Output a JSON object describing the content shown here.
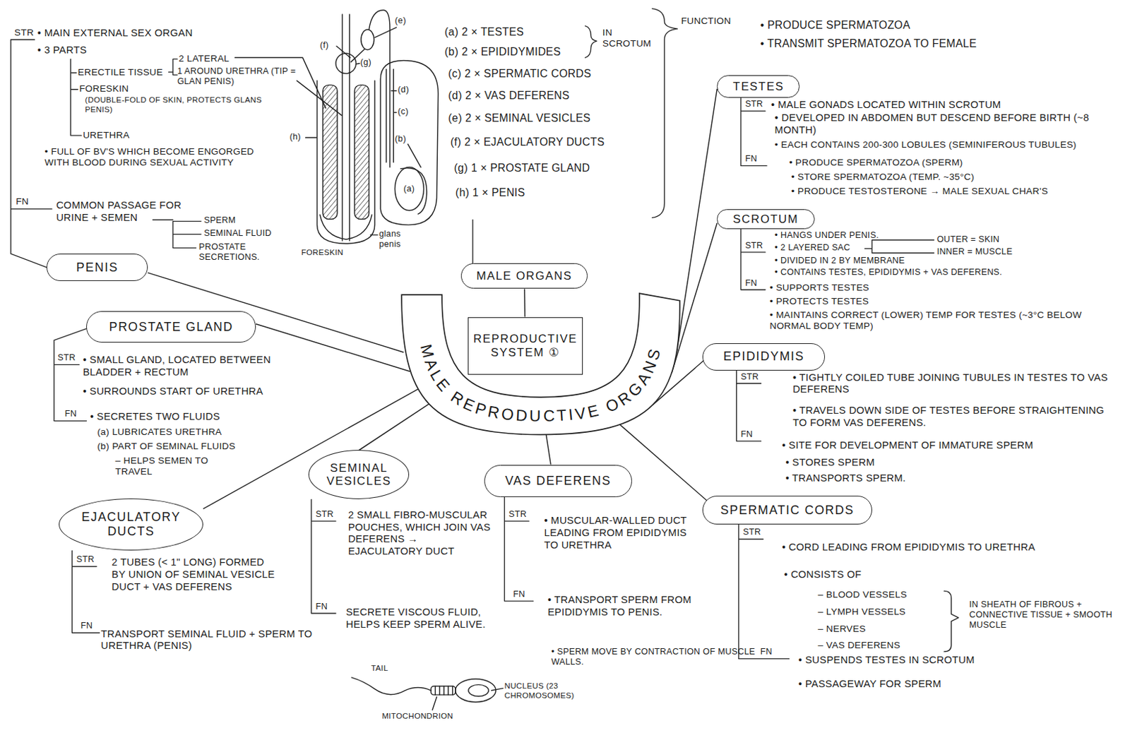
{
  "diagram": {
    "nodes": [
      {
        "text": [
          "REPRODUCTIVE SYSTEM ①"
        ]
      },
      {
        "text": [
          "MALE ORGANS"
        ]
      },
      {
        "text": [
          "MALE REPRODUCTIVE ORGANS"
        ]
      },
      {
        "text": [
          "PENIS"
        ]
      },
      {
        "text": [
          "PROSTATE GLAND"
        ]
      },
      {
        "text": [
          "EJACULATORY DUCTS"
        ]
      },
      {
        "text": [
          "SEMINAL VESICLES"
        ]
      },
      {
        "text": [
          "VAS DEFERENS"
        ]
      },
      {
        "text": [
          "SPERMATIC CORDS"
        ]
      },
      {
        "text": [
          "EPIDIDYMIS"
        ]
      },
      {
        "text": [
          "SCROTUM"
        ]
      },
      {
        "text": [
          "TESTES"
        ]
      }
    ],
    "edges": [
      {
        "from": 1,
        "to": 0,
        "arrow": "none"
      },
      {
        "from": 2,
        "to": 3,
        "arrow": "none"
      },
      {
        "from": 2,
        "to": 4,
        "arrow": "none"
      },
      {
        "from": 2,
        "to": 5,
        "arrow": "none"
      },
      {
        "from": 2,
        "to": 6,
        "arrow": "none"
      },
      {
        "from": 2,
        "to": 7,
        "arrow": "none"
      },
      {
        "from": 2,
        "to": 8,
        "arrow": "none"
      },
      {
        "from": 2,
        "to": 9,
        "arrow": "none"
      },
      {
        "from": 2,
        "to": 10,
        "arrow": "none"
      },
      {
        "from": 2,
        "to": 11,
        "arrow": "none"
      }
    ],
    "labels": [
      "STR",
      "• MAIN EXTERNAL SEX ORGAN",
      "• 3 PARTS",
      "2 LATERAL",
      "ERECTILE TISSUE",
      "1 AROUND URETHRA (TIP = GLAN PENIS)",
      "FORESKIN",
      "(DOUBLE-FOLD OF SKIN, PROTECTS GLANS PENIS)",
      "URETHRA",
      "• FULL OF BV'S WHICH BECOME ENGORGED WITH BLOOD DURING SEXUAL ACTIVITY",
      "FN",
      "COMMON PASSAGE FOR URINE + SEMEN",
      "SPERM",
      "SEMINAL FLUID",
      "PROSTATE SECRETIONS.",
      "(e)",
      "(f)",
      "(g)",
      "(d)",
      "(c)",
      "(b)",
      "(a)",
      "(h)",
      "FORESKIN",
      "glans penis",
      "(a) 2 × TESTES",
      "(b) 2 × EPIDIDYMIDES",
      "IN SCROTUM",
      "(c) 2 × SPERMATIC CORDS",
      "(d) 2 × VAS DEFERENS",
      "(e) 2 × SEMINAL VESICLES",
      "(f) 2 × EJACULATORY DUCTS",
      "(g) 1 × PROSTATE GLAND",
      "(h) 1 × PENIS",
      "FUNCTION",
      "• PRODUCE SPERMATOZOA",
      "• TRANSMIT SPERMATOZOA TO FEMALE",
      "STR",
      "• MALE GONADS LOCATED WITHIN SCROTUM",
      "• DEVELOPED IN ABDOMEN BUT DESCEND BEFORE BIRTH (~8 MONTH)",
      "• EACH CONTAINS 200-300 LOBULES (SEMINIFEROUS TUBULES)",
      "FN",
      "• PRODUCE SPERMATOZOA (SPERM)",
      "• STORE SPERMATOZOA (TEMP. ~35°C)",
      "• PRODUCE TESTOSTERONE → MALE SEXUAL CHAR'S",
      "STR",
      "• HANGS UNDER PENIS.",
      "• 2 LAYERED SAC",
      "OUTER = SKIN",
      "INNER = MUSCLE",
      "• DIVIDED IN 2 BY MEMBRANE",
      "• CONTAINS TESTES, EPIDIDYMIS + VAS DEFERENS.",
      "FN",
      "• SUPPORTS TESTES",
      "• PROTECTS TESTES",
      "• MAINTAINS CORRECT (LOWER) TEMP FOR TESTES (~3°C BELOW NORMAL BODY TEMP)",
      "STR",
      "• TIGHTLY COILED TUBE JOINING TUBULES IN TESTES TO VAS DEFERENS",
      "• TRAVELS DOWN SIDE OF TESTES BEFORE STRAIGHTENING TO FORM VAS DEFERENS.",
      "FN",
      "• SITE FOR DEVELOPMENT OF IMMATURE SPERM",
      "• STORES SPERM",
      "• TRANSPORTS SPERM.",
      "STR",
      "• CORD LEADING FROM EPIDIDYMIS TO URETHRA",
      "• CONSISTS OF",
      "– BLOOD VESSELS",
      "– LYMPH VESSELS",
      "– NERVES",
      "– VAS DEFERENS",
      "IN SHEATH OF FIBROUS + CONNECTIVE TISSUE + SMOOTH MUSCLE",
      "FN",
      "• SUSPENDS TESTES IN SCROTUM",
      "• PASSAGEWAY FOR SPERM",
      "STR",
      "• MUSCULAR-WALLED DUCT LEADING FROM EPIDIDYMIS TO URETHRA",
      "FN",
      "• TRANSPORT SPERM FROM EPIDIDYMIS TO PENIS.",
      "• SPERM MOVE BY CONTRACTION OF MUSCLE WALLS.",
      "STR",
      "2 SMALL FIBRO-MUSCULAR POUCHES, WHICH JOIN VAS DEFERENS → EJACULATORY DUCT",
      "FN",
      "SECRETE VISCOUS FLUID, HELPS KEEP SPERM ALIVE.",
      "TAIL",
      "NUCLEUS (23 CHROMOSOMES)",
      "MITOCHONDRION",
      "STR",
      "2 TUBES (< 1\" LONG) FORMED BY UNION OF SEMINAL VESICLE DUCT + VAS DEFERENS",
      "FN",
      "TRANSPORT SEMINAL FLUID + SPERM TO URETHRA (PENIS)",
      "STR",
      "• SMALL GLAND, LOCATED BETWEEN BLADDER + RECTUM",
      "• SURROUNDS START OF URETHRA",
      "FN",
      "• SECRETES TWO FLUIDS",
      "(a) LUBRICATES URETHRA",
      "(b) PART OF SEMINAL FLUIDS",
      "– HELPS SEMEN TO TRAVEL"
    ]
  }
}
